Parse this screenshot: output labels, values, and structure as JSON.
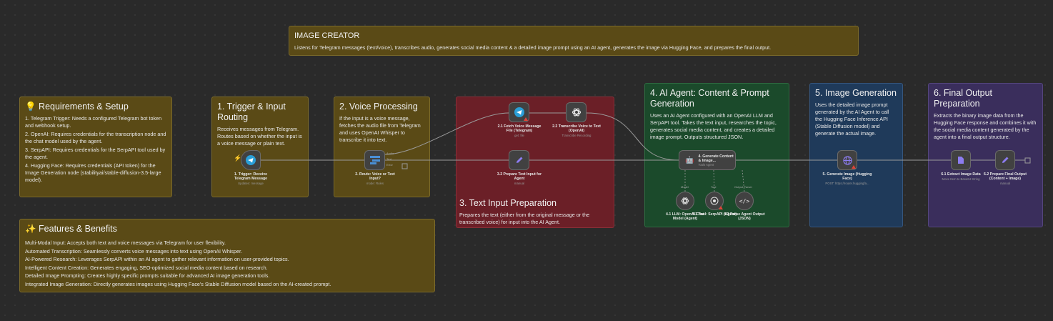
{
  "workflow": {
    "title": "IMAGE CREATOR",
    "description": "Listens for Telegram messages (text/voice), transcribes audio, generates social media content & a detailed image prompt using an AI agent, generates the image via Hugging Face, and prepares the final output."
  },
  "notes": {
    "requirements": {
      "title": "💡 Requirements & Setup",
      "lines": [
        "1. Telegram Trigger: Needs a configured Telegram bot token and webhook setup.",
        "2. OpenAI: Requires credentials for the transcription node and the chat model used by the agent.",
        "3. SerpAPI: Requires credentials for the SerpAPI tool used by the agent.",
        "4. Hugging Face: Requires credentials (API token) for the Image Generation node (stabilityai/stable-diffusion-3.5-large model)."
      ]
    },
    "features": {
      "title": "✨ Features & Benefits",
      "lines": [
        "Multi-Modal Input: Accepts both text and voice messages via Telegram for user flexibility.",
        "Automated Transcription: Seamlessly converts voice messages into text using OpenAI Whisper.",
        "AI-Powered Research: Leverages SerpAPI within an AI agent to gather relevant information on user-provided topics.",
        "Intelligent Content Creation: Generates engaging, SEO-optimized social media content based on research.",
        "Detailed Image Prompting: Creates highly specific prompts suitable for advanced AI image generation tools.",
        "Integrated Image Generation: Directly generates images using Hugging Face's Stable Diffusion model based on the AI-created prompt."
      ]
    },
    "trigger": {
      "title": "1. Trigger & Input Routing",
      "body": "Receives messages from Telegram. Routes based on whether the input is a voice message or plain text."
    },
    "voice": {
      "title": "2. Voice Processing",
      "body": "If the input is a voice message, fetches the audio file from Telegram and uses OpenAI Whisper to transcribe it into text."
    },
    "text": {
      "title": "3. Text Input Preparation",
      "body": "Prepares the text (either from the original message or the transcribed voice) for input into the AI Agent."
    },
    "agent": {
      "title": "4. AI Agent: Content & Prompt Generation",
      "body": "Uses an AI Agent configured with an OpenAI LLM and SerpAPI tool. Takes the text input, researches the topic, generates social media content, and creates a detailed image prompt. Outputs structured JSON."
    },
    "image": {
      "title": "5. Image Generation",
      "body": "Uses the detailed image prompt generated by the AI Agent to call the Hugging Face Inference API (Stable Diffusion model) and generate the actual image."
    },
    "final": {
      "title": "6. Final Output Preparation",
      "body": "Extracts the binary image data from the Hugging Face response and combines it with the social media content generated by the agent into a final output structure."
    }
  },
  "nodes": {
    "trigger": {
      "label": "1. Trigger: Receive Telegram Message",
      "sub": "Updates: message"
    },
    "route": {
      "label": "2. Route: Voice or Text Input?",
      "sub": "mode: Rules",
      "outputs": [
        "Audio",
        "Text",
        "Error"
      ]
    },
    "fetch": {
      "label": "2.1 Fetch Voice Message File (Telegram)",
      "sub": "get: file"
    },
    "transcribe": {
      "label": "2.2 Transcribe Voice to Text (OpenAI)",
      "sub": "Transcribe Recording"
    },
    "prepare": {
      "label": "3.2 Prepare Text Input for Agent",
      "sub": "manual"
    },
    "agent": {
      "label": "4. Generate Content & Image...",
      "sub": "Tools Agent",
      "ports": [
        "Model",
        "Tool",
        "Output Parser"
      ]
    },
    "llm": {
      "label": "4.1 LLM: OpenAI Chat Model (Agent)"
    },
    "serp": {
      "label": "4.2 Tool: SerpAPI (Agent)"
    },
    "parse": {
      "label": "4.3 Parse Agent Output (JSON)"
    },
    "hf": {
      "label": "5. Generate Image (Hugging Face)",
      "sub": "POST: https://router.huggingfa..."
    },
    "extract": {
      "label": "6.1 Extract Image Data",
      "sub": "Move Item to Base64 String"
    },
    "final": {
      "label": "6.2 Prepare Final Output (Content + Image)",
      "sub": "manual"
    }
  },
  "colors": {
    "canvas": "#2a2a2a",
    "yellow_note": "#5a4a16",
    "red_note": "#6b1f27",
    "green_note": "#1b4a2b",
    "blue_note": "#1f3a5a",
    "purple_note": "#3a2e5c",
    "telegram": "#2a9fd8",
    "warning": "#e0443a"
  }
}
